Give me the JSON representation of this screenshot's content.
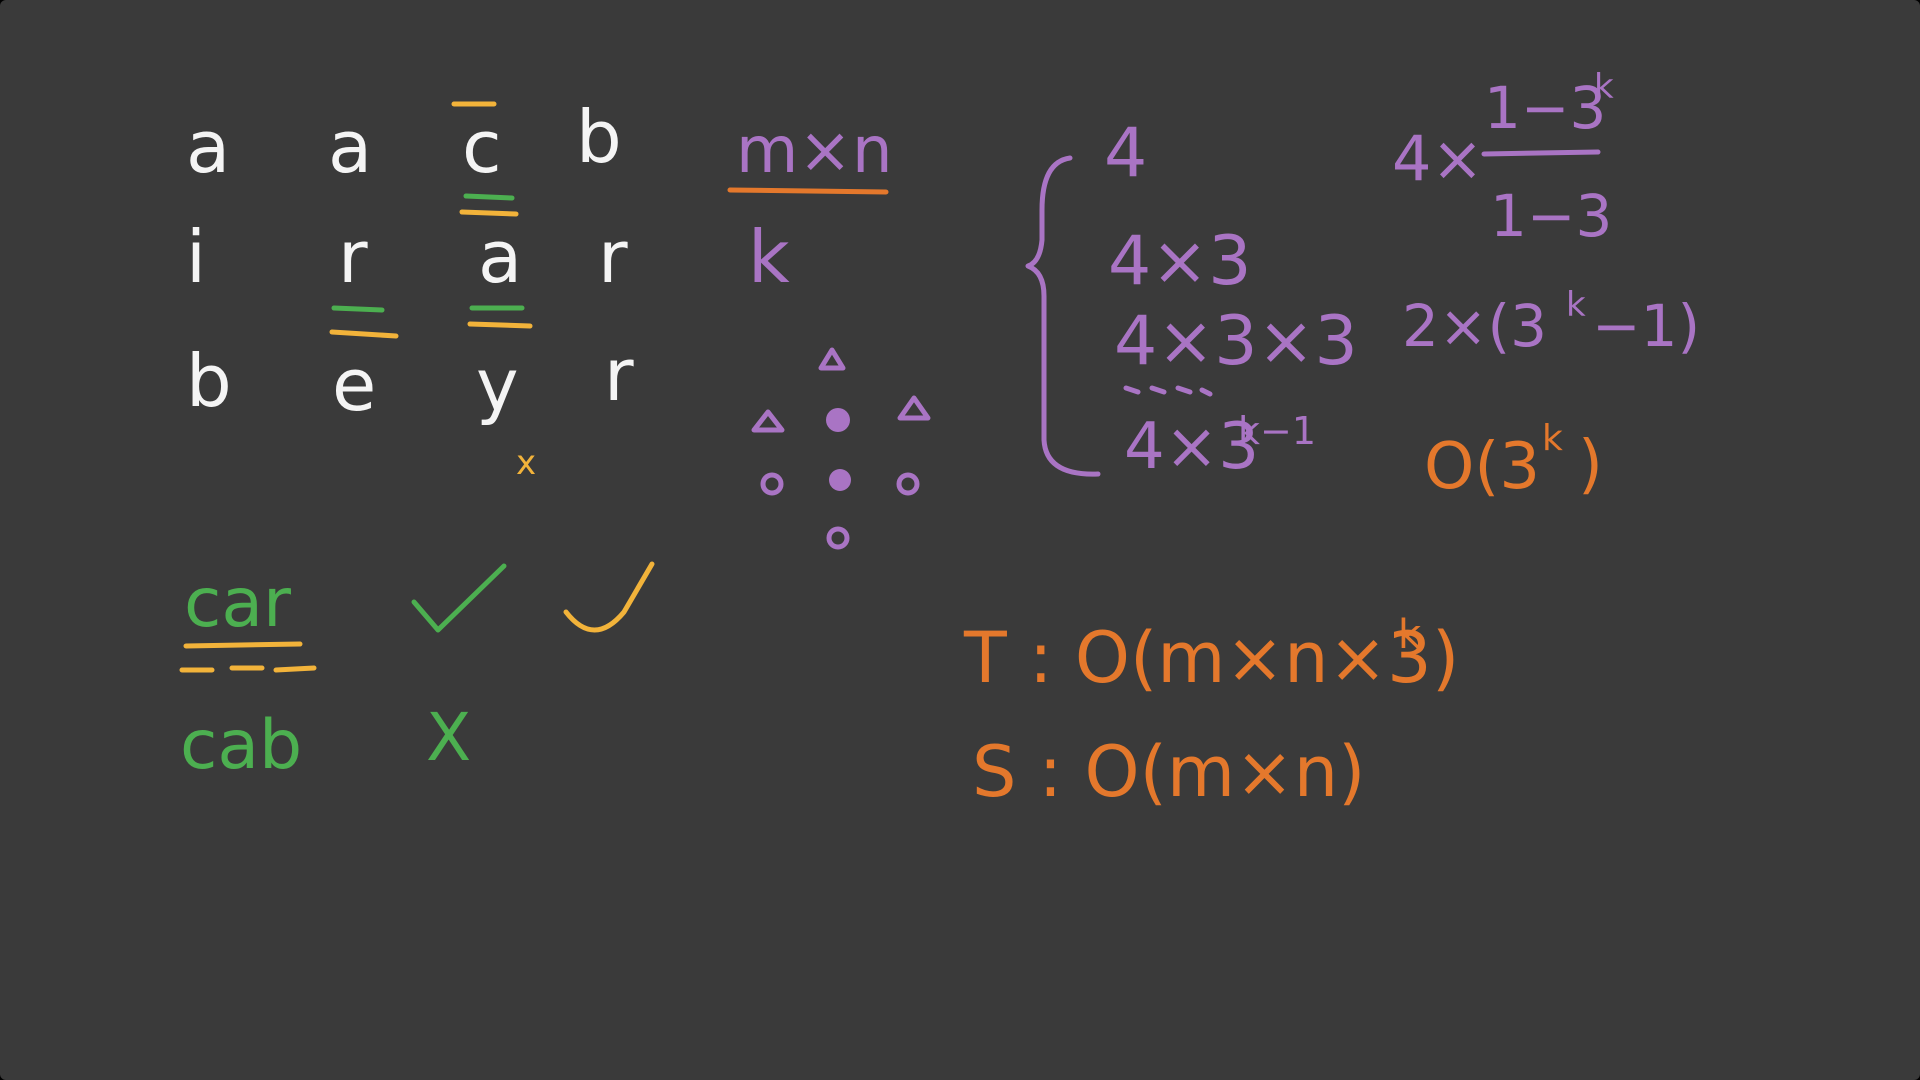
{
  "grid": {
    "rows": [
      [
        "a",
        "a",
        "c",
        "b"
      ],
      [
        "i",
        "r",
        "a",
        "r"
      ],
      [
        "b",
        "e",
        "y",
        "r"
      ]
    ],
    "y_mark": "x"
  },
  "words": {
    "word1": "car",
    "word2": "cab",
    "word2_mark": "X"
  },
  "dims": {
    "top": "m×n",
    "bottom": "k"
  },
  "series": {
    "line1": "4",
    "line2": "4×3",
    "line3": "4×3×3",
    "line4_base": "4×3",
    "line4_exp": "k−1"
  },
  "sums": {
    "frac_prefix": "4×",
    "frac_num_base": "1−3",
    "frac_num_exp": "k",
    "frac_den": "1−3",
    "simplified_base": "2×(3",
    "simplified_exp": "k",
    "simplified_tail": "−1)",
    "bigo_base": "O(3",
    "bigo_exp": "k",
    "bigo_tail": ")"
  },
  "complexity": {
    "time_base": "T : O(m×n×3",
    "time_exp": "k",
    "time_tail": ")",
    "space": "S : O(m×n)"
  },
  "colors": {
    "background": "#3a3a3a",
    "white": "#f4f4f4",
    "green": "#4caf50",
    "yellow": "#f2b33a",
    "purple": "#a974c4",
    "orange": "#e4782c"
  }
}
